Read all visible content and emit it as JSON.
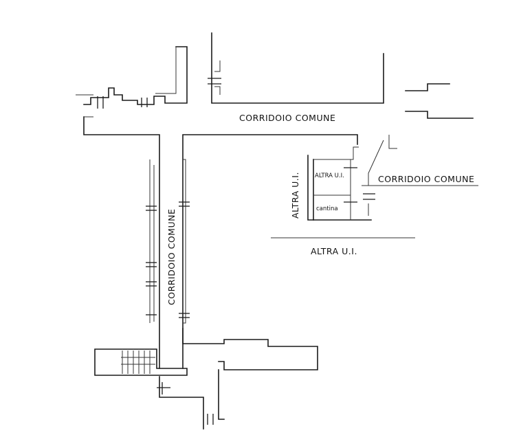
{
  "plan": {
    "labels": {
      "corridor_top": "CORRIDOIO COMUNE",
      "corridor_vertical": "CORRIDOIO COMUNE",
      "corridor_right": "CORRIDOIO COMUNE",
      "altra_ui_room": "ALTRA U.I.",
      "altra_ui_vertical": "ALTRA U.I.",
      "altra_ui_bottom": "ALTRA U.I.",
      "cantina": "cantina"
    }
  }
}
